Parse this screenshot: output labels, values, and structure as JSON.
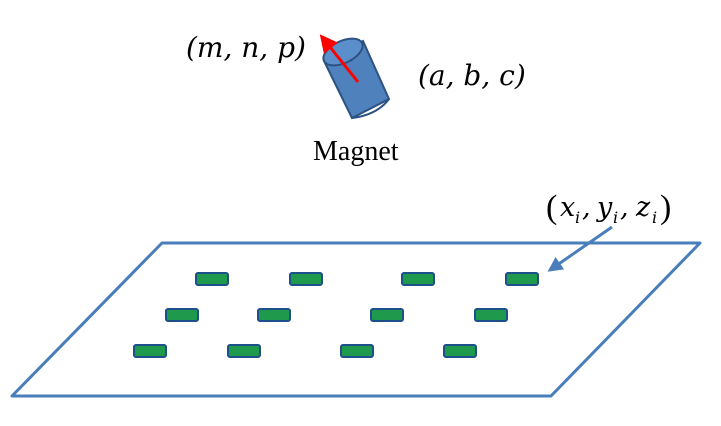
{
  "labels": {
    "moment": "(m, n, p)",
    "position": "(a, b, c)",
    "magnet": "Magnet",
    "sensor": {
      "open": "(",
      "x": "x",
      "y": "y",
      "z": "z",
      "sub": "i",
      "comma": ",",
      "close": ")"
    }
  },
  "colors": {
    "plate_outline": "#4a7ebb",
    "sensor_fill": "#1f9a4c",
    "sensor_stroke": "#1d4f8a",
    "magnet_fill": "#4f81bd",
    "magnet_stroke": "#2c5282",
    "moment_arrow": "#ff0000",
    "pointer_arrow": "#4a7ebb"
  },
  "sensor_grid": {
    "rows": 3,
    "per_row": 4
  }
}
